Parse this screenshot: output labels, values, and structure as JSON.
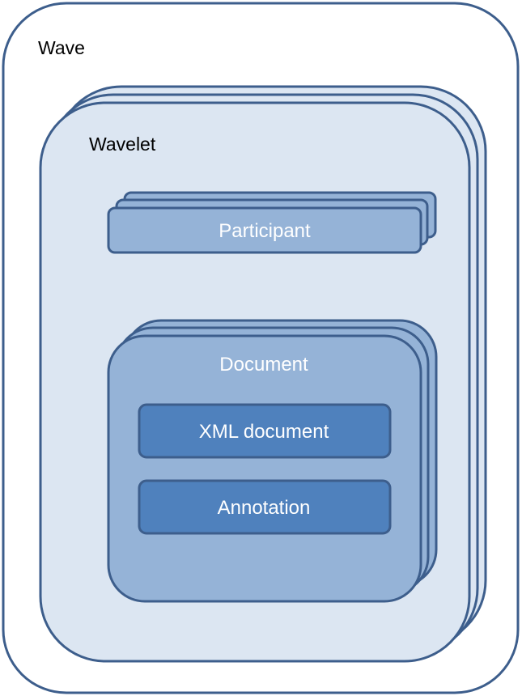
{
  "wave": {
    "label": "Wave"
  },
  "wavelet": {
    "label": "Wavelet"
  },
  "participant": {
    "label": "Participant"
  },
  "document": {
    "label": "Document"
  },
  "xml_document": {
    "label": "XML document"
  },
  "annotation": {
    "label": "Annotation"
  },
  "colors": {
    "outline": "#3d5e8c",
    "wavelet_fill": "#dce6f2",
    "participant_fill": "#95b3d7",
    "inner_fill": "#4f81bd"
  }
}
